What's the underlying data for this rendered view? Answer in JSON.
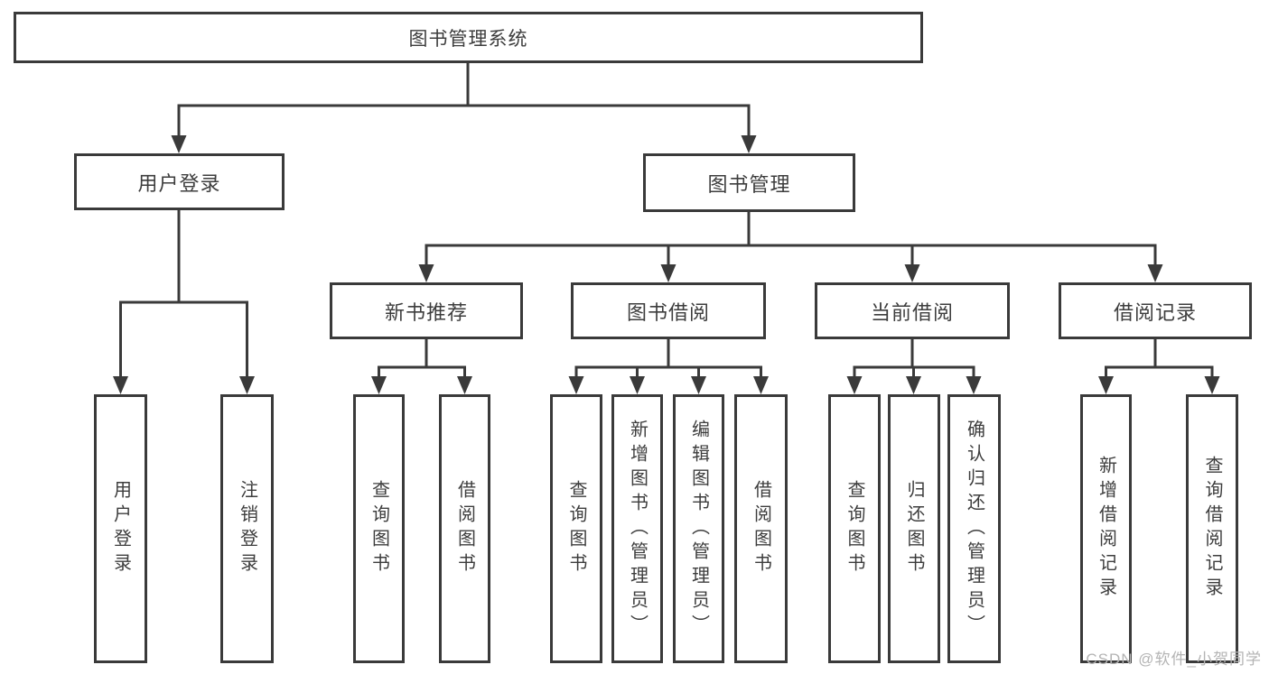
{
  "diagram_title": "图书管理系统",
  "tree": {
    "root": "图书管理系统",
    "children": [
      {
        "label": "用户登录",
        "children": [
          "用户登录",
          "注销登录"
        ]
      },
      {
        "label": "图书管理",
        "children": [
          {
            "label": "新书推荐",
            "children": [
              "查询图书",
              "借阅图书"
            ]
          },
          {
            "label": "图书借阅",
            "children": [
              "查询图书",
              "新增图书（管理员）",
              "编辑图书（管理员）",
              "借阅图书"
            ]
          },
          {
            "label": "当前借阅",
            "children": [
              "查询图书",
              "归还图书",
              "确认归还（管理员）"
            ]
          },
          {
            "label": "借阅记录",
            "children": [
              "新增借阅记录",
              "查询借阅记录"
            ]
          }
        ]
      }
    ]
  },
  "watermark": "CSDN @软件_小贺同学",
  "colors": {
    "line": "#3a3a3a",
    "box_border": "#3a3a3a",
    "box_background": "#ffffff",
    "text": "#3d3d3d",
    "watermark": "#b4b4b4",
    "page_background": "#ffffff"
  }
}
